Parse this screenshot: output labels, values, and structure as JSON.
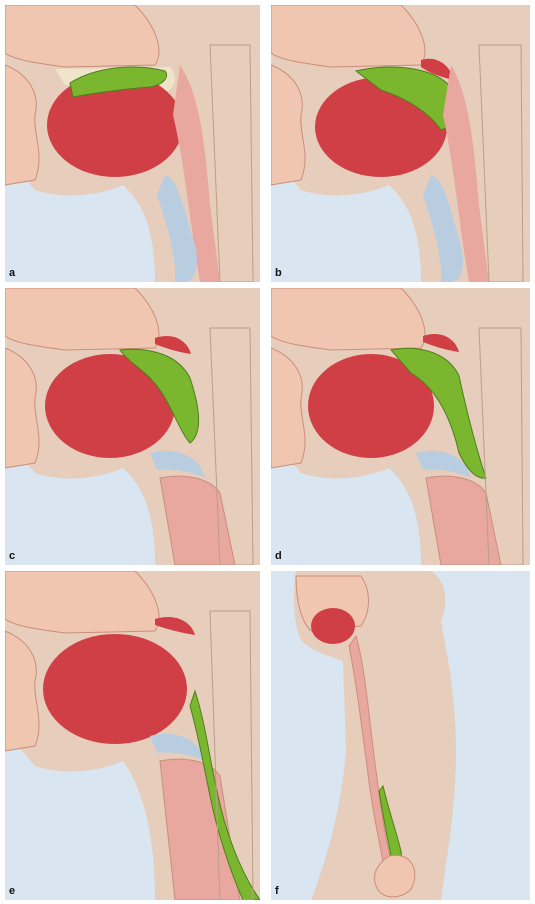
{
  "panels": [
    {
      "id": "a",
      "label": "a"
    },
    {
      "id": "b",
      "label": "b"
    },
    {
      "id": "c",
      "label": "c"
    },
    {
      "id": "d",
      "label": "d"
    },
    {
      "id": "e",
      "label": "e"
    },
    {
      "id": "f",
      "label": "f"
    }
  ],
  "colors": {
    "background": "#d9e6f2",
    "skin": "#f0c6b0",
    "neck_tissue": "#e7cdbb",
    "tongue": "#cf3f45",
    "bolus": "#7bb62f",
    "cartilage": "#b9cde0",
    "bone": "#efe3c9",
    "mucosa": "#e8a8a0"
  }
}
